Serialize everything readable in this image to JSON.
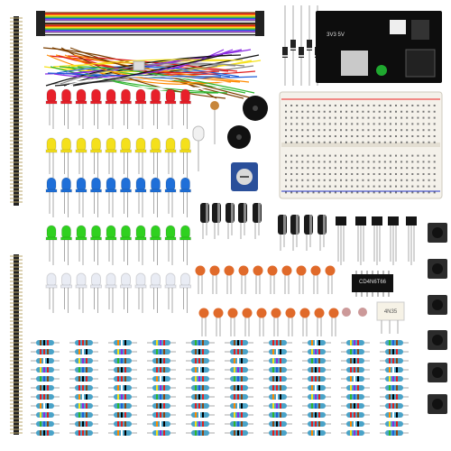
{
  "scene": {
    "chip_marking": "CD4N6T66",
    "optocoupler_marking": "4N35",
    "module_marking": "3V3 5V",
    "colors": {
      "red_led": "#e8202a",
      "yellow_led": "#f4e01c",
      "blue_led": "#1f6fd8",
      "green_led": "#2fd11f",
      "white_led": "#e9ecf4",
      "capacitor_orange": "#e06a2a",
      "electrolytic_black": "#1a1a1a",
      "resistor_blue": "#4aa3c8",
      "breadboard": "#f4f1ea",
      "potentiometer": "#2a4f9a"
    },
    "icons": [
      "led-icon",
      "resistor-icon",
      "capacitor-icon",
      "breadboard-icon",
      "jumper-wire-icon",
      "header-pin-icon",
      "push-button-icon",
      "buzzer-icon",
      "potentiometer-icon",
      "ic-chip-icon",
      "transistor-icon",
      "diode-icon"
    ]
  }
}
